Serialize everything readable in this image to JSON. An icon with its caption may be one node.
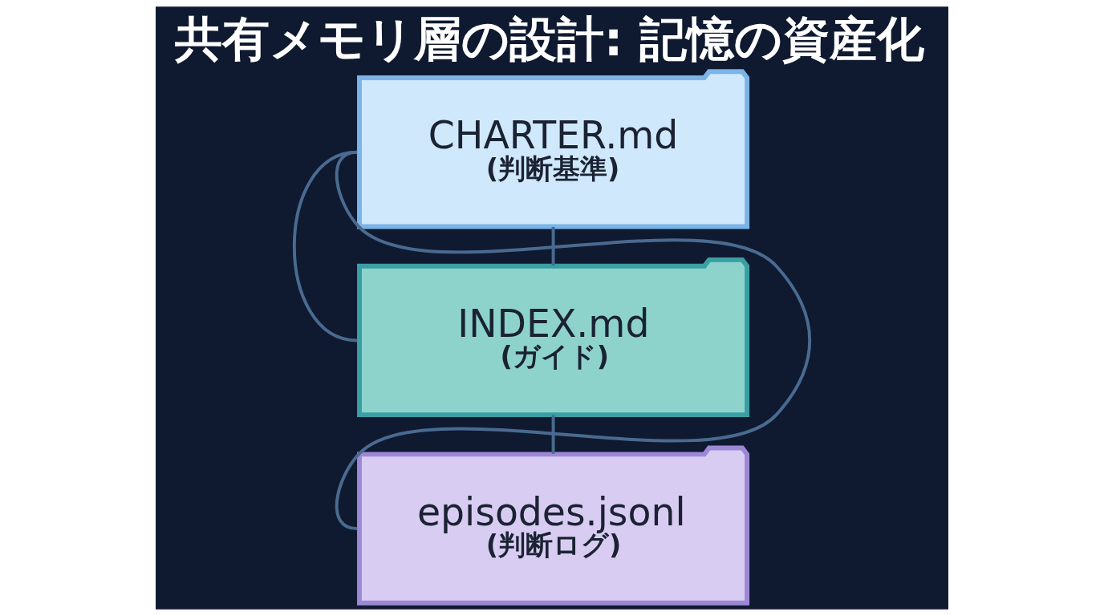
{
  "diagram": {
    "title": "共有メモリ層の設計: 記憶の資産化",
    "nodes": [
      {
        "text": [
          "CHARTER.md",
          "(判断基準)"
        ]
      },
      {
        "text": [
          "INDEX.md",
          "(ガイド)"
        ]
      },
      {
        "text": [
          "episodes.jsonl",
          "(判断ログ)"
        ]
      }
    ],
    "edges": [
      {
        "from": 0,
        "to": 1,
        "arrow": "none"
      },
      {
        "from": 1,
        "to": 2,
        "arrow": "none"
      },
      {
        "from": 0,
        "to": 1,
        "arrow": "none"
      },
      {
        "from": 0,
        "to": 2,
        "arrow": "none"
      }
    ]
  }
}
